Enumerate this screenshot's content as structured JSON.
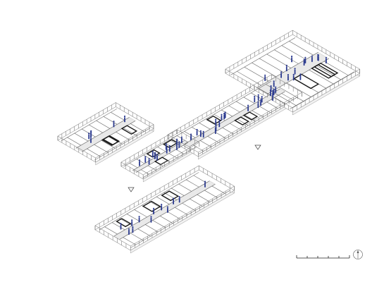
{
  "drawing": {
    "type": "axonometric floor plan",
    "wings": [
      {
        "id": "west-wing",
        "people": 6
      },
      {
        "id": "central-link",
        "people": 14
      },
      {
        "id": "central-block",
        "people": 22
      },
      {
        "id": "south-wing",
        "people": 12
      },
      {
        "id": "northeast-wing",
        "people": 16
      }
    ]
  },
  "colors": {
    "line": "#5a5a5a",
    "heavy_line": "#1a1a1a",
    "people": "#2b3a8f",
    "circulation_fill": "#e9e9e9"
  },
  "icons": [
    "north-arrow-icon",
    "scale-bar-icon",
    "section-marker-icon"
  ]
}
